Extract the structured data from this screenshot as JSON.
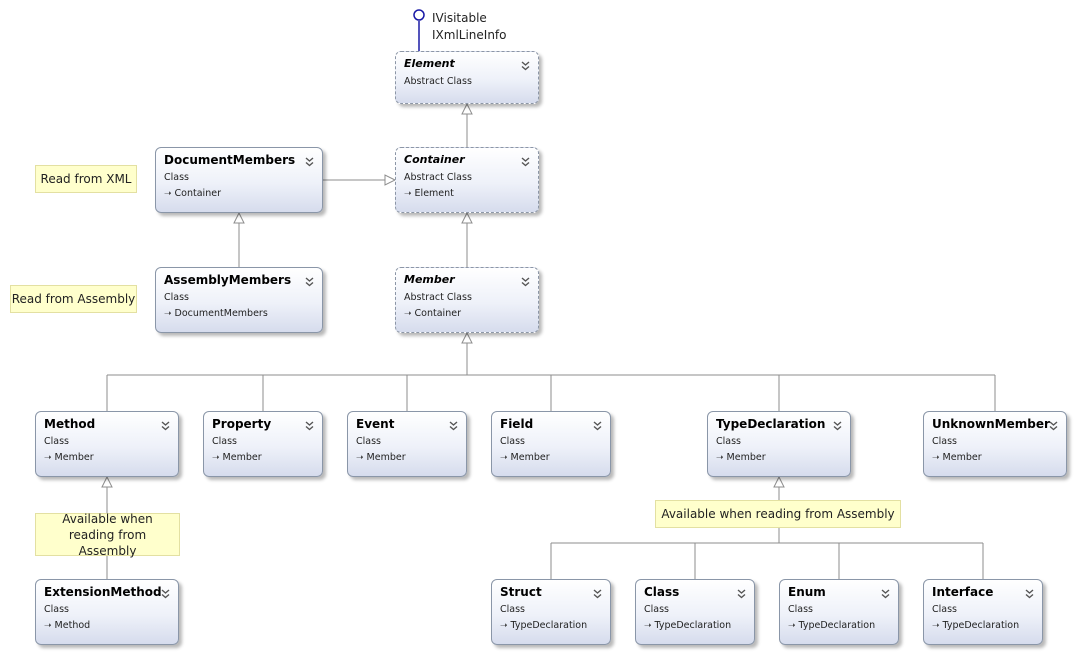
{
  "interfaces": [
    "IVisitable",
    "IXmlLineInfo"
  ],
  "classes": {
    "element": {
      "name": "Element",
      "kind": "Abstract Class",
      "base": ""
    },
    "container": {
      "name": "Container",
      "kind": "Abstract Class",
      "base": "Element"
    },
    "member": {
      "name": "Member",
      "kind": "Abstract Class",
      "base": "Container"
    },
    "document_members": {
      "name": "DocumentMembers",
      "kind": "Class",
      "base": "Container"
    },
    "assembly_members": {
      "name": "AssemblyMembers",
      "kind": "Class",
      "base": "DocumentMembers"
    },
    "method": {
      "name": "Method",
      "kind": "Class",
      "base": "Member"
    },
    "property": {
      "name": "Property",
      "kind": "Class",
      "base": "Member"
    },
    "event": {
      "name": "Event",
      "kind": "Class",
      "base": "Member"
    },
    "field": {
      "name": "Field",
      "kind": "Class",
      "base": "Member"
    },
    "type_declaration": {
      "name": "TypeDeclaration",
      "kind": "Class",
      "base": "Member"
    },
    "unknown_member": {
      "name": "UnknownMember",
      "kind": "Class",
      "base": "Member"
    },
    "extension_method": {
      "name": "ExtensionMethod",
      "kind": "Class",
      "base": "Method"
    },
    "struct": {
      "name": "Struct",
      "kind": "Class",
      "base": "TypeDeclaration"
    },
    "class": {
      "name": "Class",
      "kind": "Class",
      "base": "TypeDeclaration"
    },
    "enum": {
      "name": "Enum",
      "kind": "Class",
      "base": "TypeDeclaration"
    },
    "interface": {
      "name": "Interface",
      "kind": "Class",
      "base": "TypeDeclaration"
    }
  },
  "notes": {
    "read_from_xml": "Read from XML",
    "read_from_assembly": "Read from Assembly",
    "method_note": "Available when reading from Assembly",
    "type_note": "Available when reading from Assembly"
  },
  "colors": {
    "lines": "#8d8d8d",
    "interface_stem": "#1a1aa6"
  }
}
